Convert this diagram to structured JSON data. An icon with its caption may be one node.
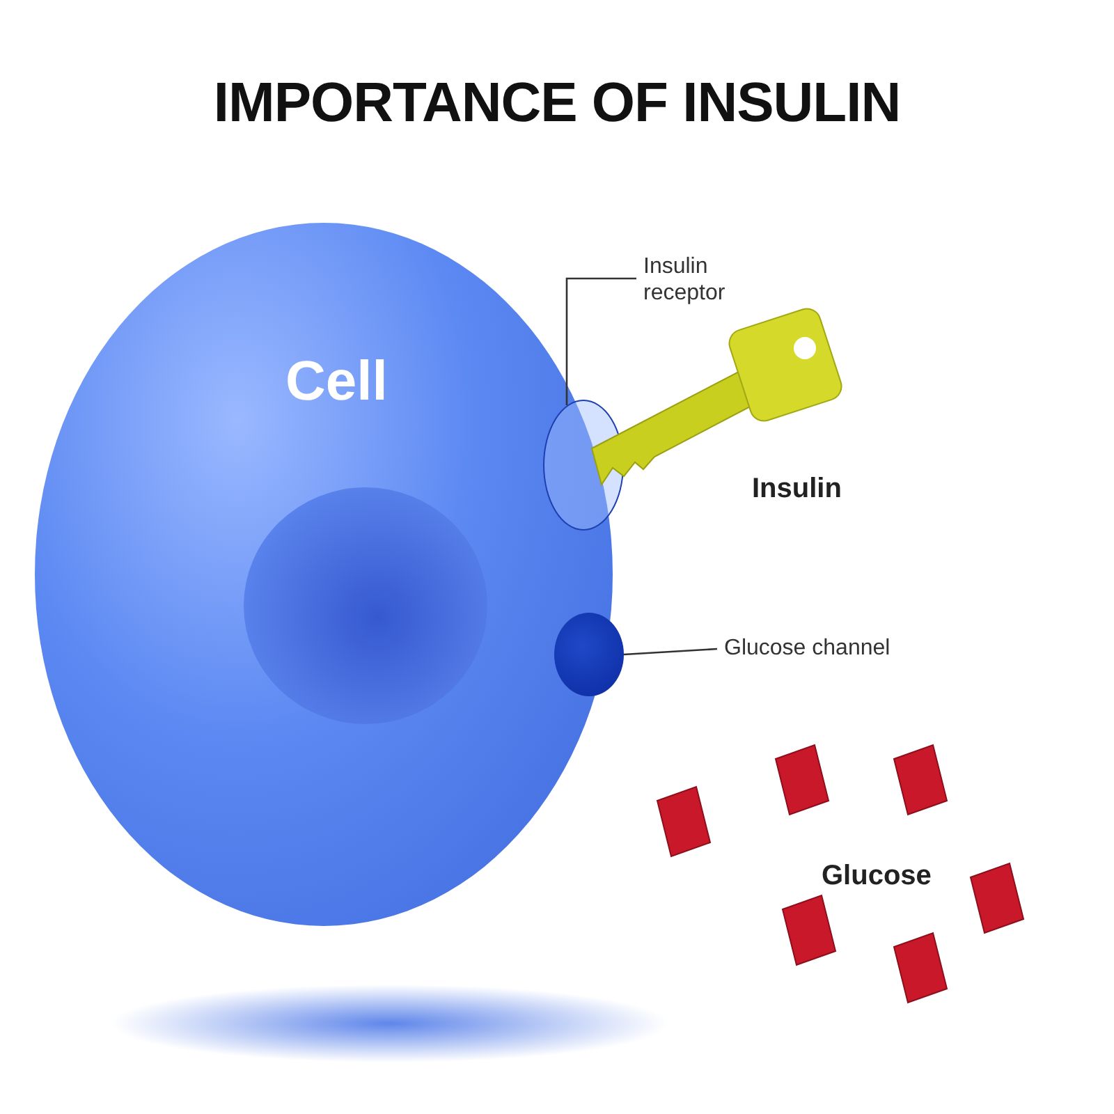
{
  "diagram": {
    "title": "IMPORTANCE OF INSULIN",
    "nodes": [
      {
        "text": [
          "Cell"
        ]
      },
      {
        "text": [],
        "shape": "circle",
        "in": 0
      },
      {
        "text": [],
        "shape": "circle",
        "in": 0
      },
      {
        "text": [
          "Insulin receptor"
        ]
      },
      {
        "text": [
          "Glucose channel"
        ]
      },
      {
        "text": [],
        "shape": "circle",
        "in": 0
      }
    ],
    "edges": [
      {
        "from": 3,
        "to": 1,
        "arrow": "none"
      },
      {
        "from": 4,
        "to": 2,
        "arrow": "none"
      }
    ],
    "labels": [
      "Insulin",
      "Glucose"
    ]
  }
}
